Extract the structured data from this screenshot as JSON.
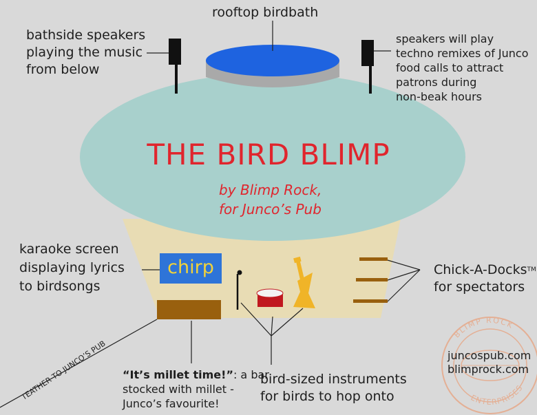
{
  "labels": {
    "rooftop_birdbath": "rooftop birdbath",
    "bathside_speakers": [
      "bathside speakers",
      "playing the music",
      "from below"
    ],
    "speakers_play": [
      "speakers will play",
      "techno remixes of Junco",
      "food calls to attract",
      "patrons during",
      "non-beak hours"
    ],
    "title": "THE BIRD BLIMP",
    "subtitle": [
      "by Blimp Rock,",
      "for Junco’s Pub"
    ],
    "karaoke": [
      "karaoke screen",
      "displaying lyrics",
      "to birdsongs"
    ],
    "chirp": "chirp",
    "chick_a_docks": "Chick-A-Docks",
    "trademark": "TM",
    "for_spectators": "for spectators",
    "tether": "TEATHER TO JUNCO’S PUB",
    "millet_bold": "“It’s millet time!”",
    "millet_rest": ": a bar",
    "millet_lines": [
      "stocked with millet -",
      "Junco’s favourite!"
    ],
    "instruments": [
      "bird-sized instruments",
      "for birds to hop onto"
    ],
    "urls": [
      "juncospub.com",
      "blimprock.com"
    ],
    "stamp": {
      "top_text": "BLIMP ROCK",
      "bottom_text": "ENTERPRISES"
    }
  },
  "colors": {
    "background": "#d9d9d9",
    "blimp": "#a8d0cc",
    "gondola": "#e8dcb4",
    "birdbath_water": "#1e63e0",
    "birdbath_rim": "#a9a9a9",
    "title": "#e0252d",
    "chirp_bg": "#2e74d8",
    "chirp_text": "#f1d23a",
    "bar": "#99600e",
    "drum": "#c0181f",
    "guitar": "#f0b428",
    "dock": "#99600e",
    "stamp": "#e8a27e"
  }
}
